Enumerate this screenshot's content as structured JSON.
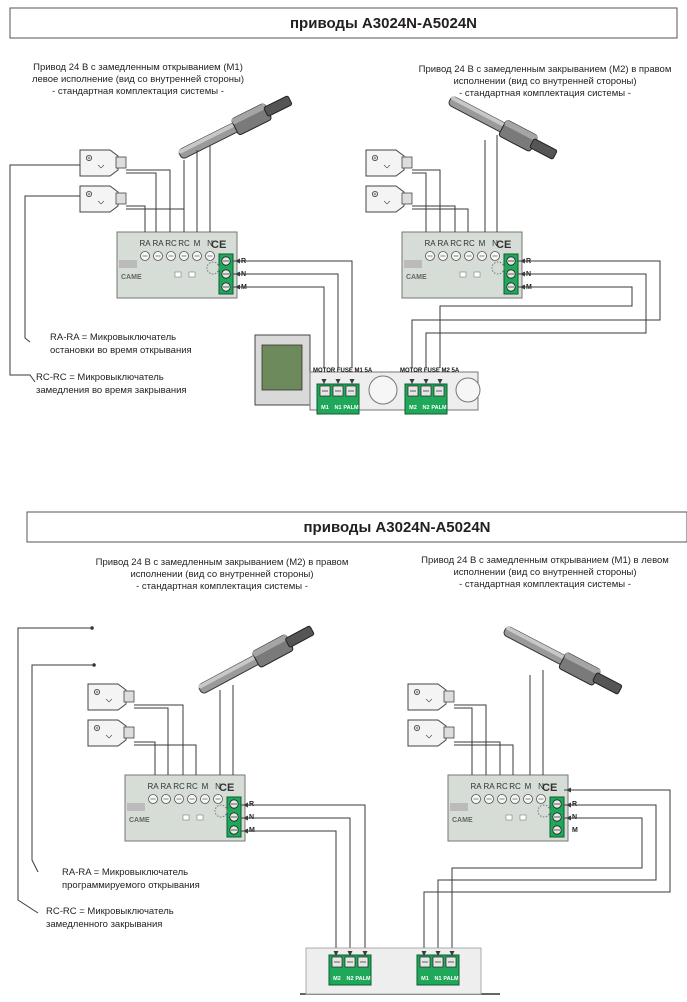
{
  "section1": {
    "title": "приводы А3024N-А5024N",
    "left_caption": [
      "Привод 24 В с замедленным открыванием (М1)",
      "левое исполнение (вид со внутренней стороны)",
      "- стандартная комплектация системы -"
    ],
    "right_caption": [
      "Привод 24 В с замедленным закрыванием (М2) в правом",
      "исполнении (вид со внутренней стороны)",
      "- стандартная комплектация системы -"
    ],
    "note1": [
      "RA-RA = Микровыключатель",
      "остановки во время открывания"
    ],
    "note2": [
      "RC-RC = Микровыключатель",
      "замедления во время закрывания"
    ],
    "left_board": {
      "terminals": [
        "RA",
        "RA",
        "RC",
        "RC",
        "M",
        "N"
      ],
      "brand": "CAME"
    },
    "right_board": {
      "terminals": [
        "RA",
        "RA",
        "RC",
        "RC",
        "M",
        "N"
      ],
      "brand": "CAME"
    },
    "motor_blocks": {
      "label_m1": "MOTOR FUSE M1 5A",
      "label_m2": "MOTOR FUSE M2 5A",
      "pins_m1": [
        "M1",
        "N1",
        "PALM"
      ],
      "pins_m2": [
        "M2",
        "N2",
        "PALM"
      ]
    }
  },
  "section2": {
    "title": "приводы А3024N-А5024N",
    "left_caption": [
      "Привод 24 В с замедленным закрыванием (М2) в правом",
      "исполнении (вид со внутренней стороны)",
      "- стандартная комплектация системы -"
    ],
    "right_caption": [
      "Привод 24 В с замедленным открыванием (М1) в левом",
      "исполнении (вид со внутренней стороны)",
      "- стандартная комплектация системы -"
    ],
    "note1": [
      "RA-RA = Микровыключатель",
      "программируемого открывания"
    ],
    "note2": [
      "RC-RC = Микровыключатель",
      "замедленного закрывания"
    ],
    "left_board": {
      "terminals": [
        "RA",
        "RA",
        "RC",
        "RC",
        "M",
        "N"
      ],
      "brand": "CAME"
    },
    "right_board": {
      "terminals": [
        "RA",
        "RA",
        "RC",
        "RC",
        "M",
        "N"
      ],
      "brand": "CAME"
    },
    "motor_blocks": {
      "pins_m2": [
        "M2",
        "N2",
        "PALM"
      ],
      "pins_m1": [
        "M1",
        "N1",
        "PALM"
      ]
    }
  },
  "rail_labels": [
    "R",
    "N",
    "M"
  ],
  "ce_mark": "CE",
  "colors": {
    "wire": "#3a3a3a",
    "board": "#d5ddd6",
    "terminal_green": "#1fa85a",
    "actuator": "#6e6e6e"
  }
}
